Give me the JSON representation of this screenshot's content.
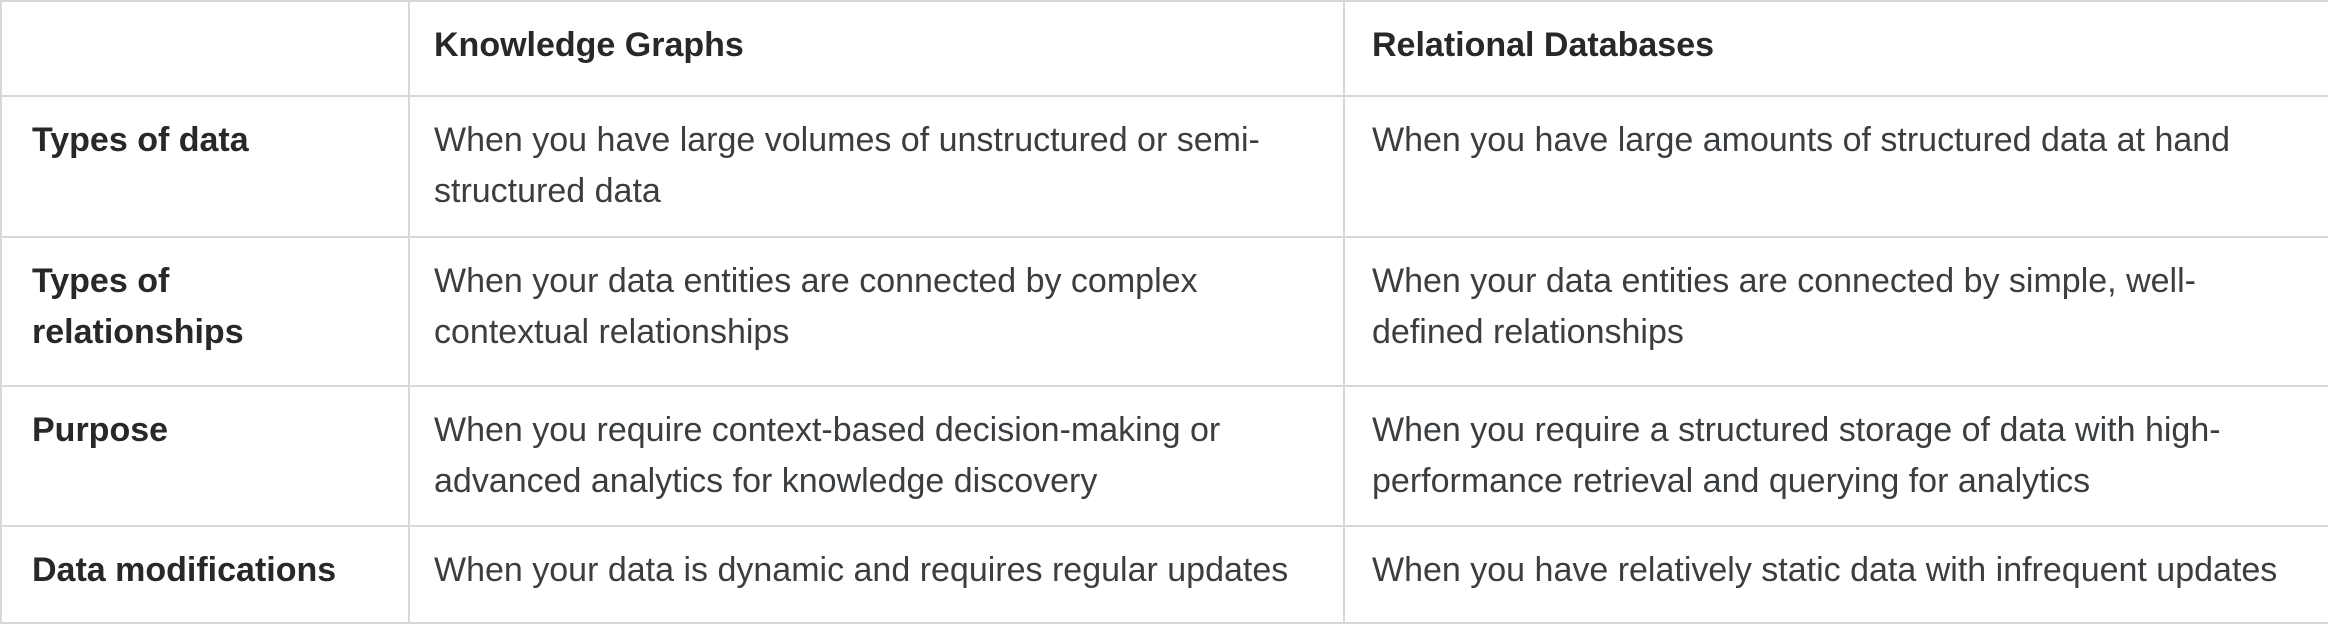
{
  "table": {
    "columns": [
      "",
      "Knowledge Graphs",
      "Relational Databases"
    ],
    "rows": [
      {
        "label": "Types of data",
        "knowledge_graphs": "When you have large volumes of unstructured or semi-structured data",
        "relational_databases": "When you have large amounts of structured data at hand"
      },
      {
        "label": "Types of relationships",
        "knowledge_graphs": "When your data entities are connected by complex contextual relationships",
        "relational_databases": "When your data entities are connected by simple, well-defined relationships"
      },
      {
        "label": "Purpose",
        "knowledge_graphs": "When you require context-based decision-making or advanced analytics for knowledge discovery",
        "relational_databases": "When you require a structured storage of data with high-performance retrieval and querying for analytics"
      },
      {
        "label": "Data modifications",
        "knowledge_graphs": "When your data is dynamic and requires regular updates",
        "relational_databases": "When you have relatively static data with infrequent updates"
      }
    ],
    "colors": {
      "border": "#d8d8d8",
      "heading_text": "#26282a",
      "body_text": "#3a3e41",
      "background": "#ffffff"
    }
  }
}
